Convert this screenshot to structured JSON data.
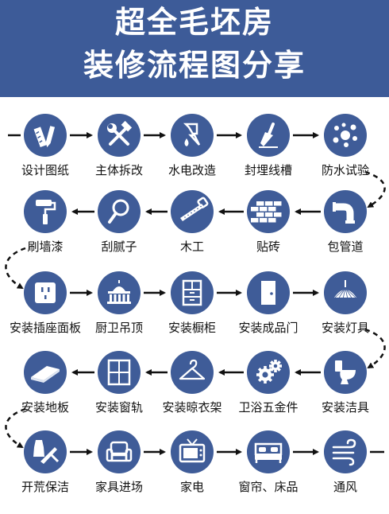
{
  "header": {
    "line1": "超全毛坯房",
    "line2": "装修流程图分享"
  },
  "colors": {
    "banner": "#3d5b98",
    "icon_circle": "#3f5c98",
    "arrow": "#111111",
    "text": "#111111"
  },
  "steps": [
    {
      "label": "设计图纸",
      "icon": "ruler-pencil-icon"
    },
    {
      "label": "主体拆改",
      "icon": "hammer-wrench-icon"
    },
    {
      "label": "水电改造",
      "icon": "water-electric-icon"
    },
    {
      "label": "封埋线槽",
      "icon": "trowel-icon"
    },
    {
      "label": "防水试验",
      "icon": "water-splash-icon"
    },
    {
      "label": "包管道",
      "icon": "pipe-icon"
    },
    {
      "label": "贴砖",
      "icon": "brick-wall-icon"
    },
    {
      "label": "木工",
      "icon": "saw-icon"
    },
    {
      "label": "刮腻子",
      "icon": "scraper-icon"
    },
    {
      "label": "刷墙漆",
      "icon": "paint-roller-icon"
    },
    {
      "label": "安装插座面板",
      "icon": "socket-icon"
    },
    {
      "label": "厨卫吊顶",
      "icon": "ceiling-building-icon"
    },
    {
      "label": "安装橱柜",
      "icon": "cabinet-icon"
    },
    {
      "label": "安装成品门",
      "icon": "door-icon"
    },
    {
      "label": "安装灯具",
      "icon": "lamp-icon"
    },
    {
      "label": "安装洁具",
      "icon": "toilet-icon"
    },
    {
      "label": "卫浴五金件",
      "icon": "gears-icon"
    },
    {
      "label": "安装晾衣架",
      "icon": "hanger-icon"
    },
    {
      "label": "安装窗轨",
      "icon": "window-icon"
    },
    {
      "label": "安装地板",
      "icon": "floor-board-icon"
    },
    {
      "label": "开荒保洁",
      "icon": "cleaning-icon"
    },
    {
      "label": "家具进场",
      "icon": "sofa-icon"
    },
    {
      "label": "家电",
      "icon": "tv-icon"
    },
    {
      "label": "窗帘、床品",
      "icon": "bed-icon"
    },
    {
      "label": "通风",
      "icon": "wind-icon"
    }
  ]
}
